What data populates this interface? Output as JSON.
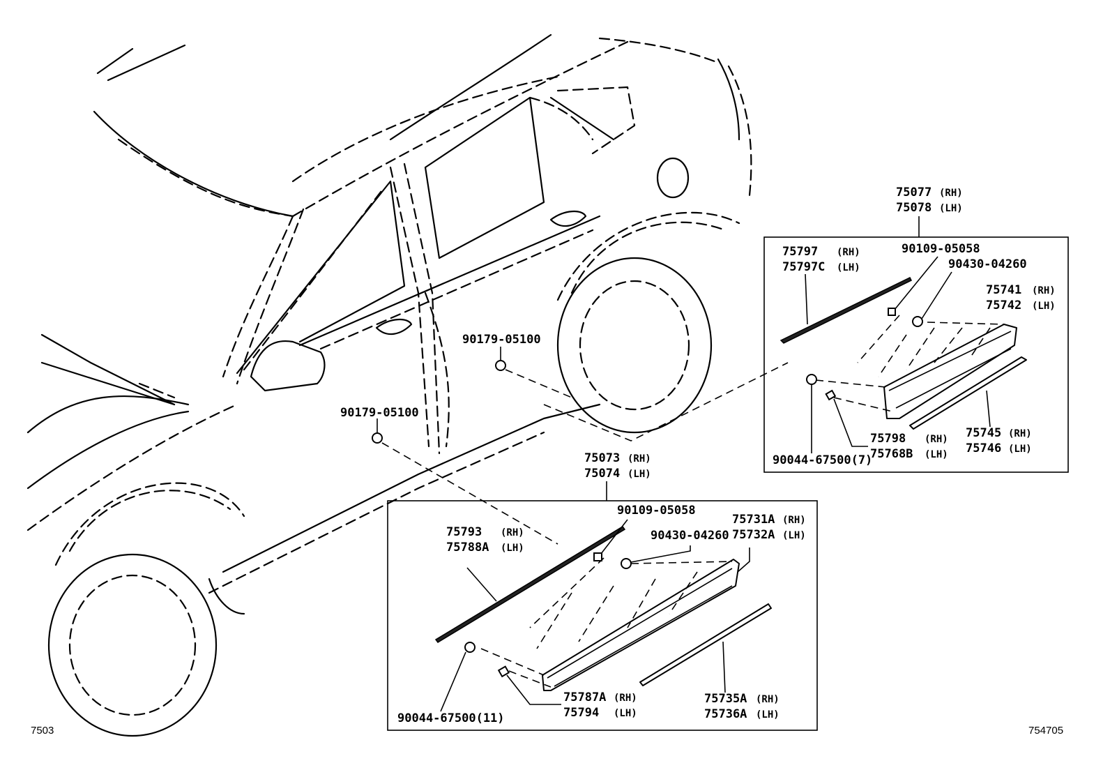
{
  "diagram": {
    "corner_left": "7503",
    "corner_right": "754705",
    "callouts": {
      "door_clip_front": "90179-05100",
      "door_clip_rear": "90179-05100",
      "rear_assy_rh": "75077",
      "rear_assy_lh": "75078",
      "front_assy_rh": "75073",
      "front_assy_lh": "75074",
      "r_moulding_rh": "75797",
      "r_moulding_lh": "75797C",
      "r_screw": "90109-05058",
      "r_nut": "90430-04260",
      "r_panel_rh": "75741",
      "r_panel_lh": "75742",
      "r_strip_rh": "75745",
      "r_strip_lh": "75746",
      "r_clip_rh": "75798",
      "r_clip_lh": "75768B",
      "r_grommet": "90044-67500(7)",
      "f_moulding_rh": "75793",
      "f_moulding_lh": "75788A",
      "f_screw": "90109-05058",
      "f_nut": "90430-04260",
      "f_panel_rh": "75731A",
      "f_panel_lh": "75732A",
      "f_strip_rh": "75735A",
      "f_strip_lh": "75736A",
      "f_clip_rh": "75787A",
      "f_clip_lh": "75794",
      "f_grommet": "90044-67500(11)"
    },
    "side_rh": "(RH)",
    "side_lh": "(LH)"
  }
}
